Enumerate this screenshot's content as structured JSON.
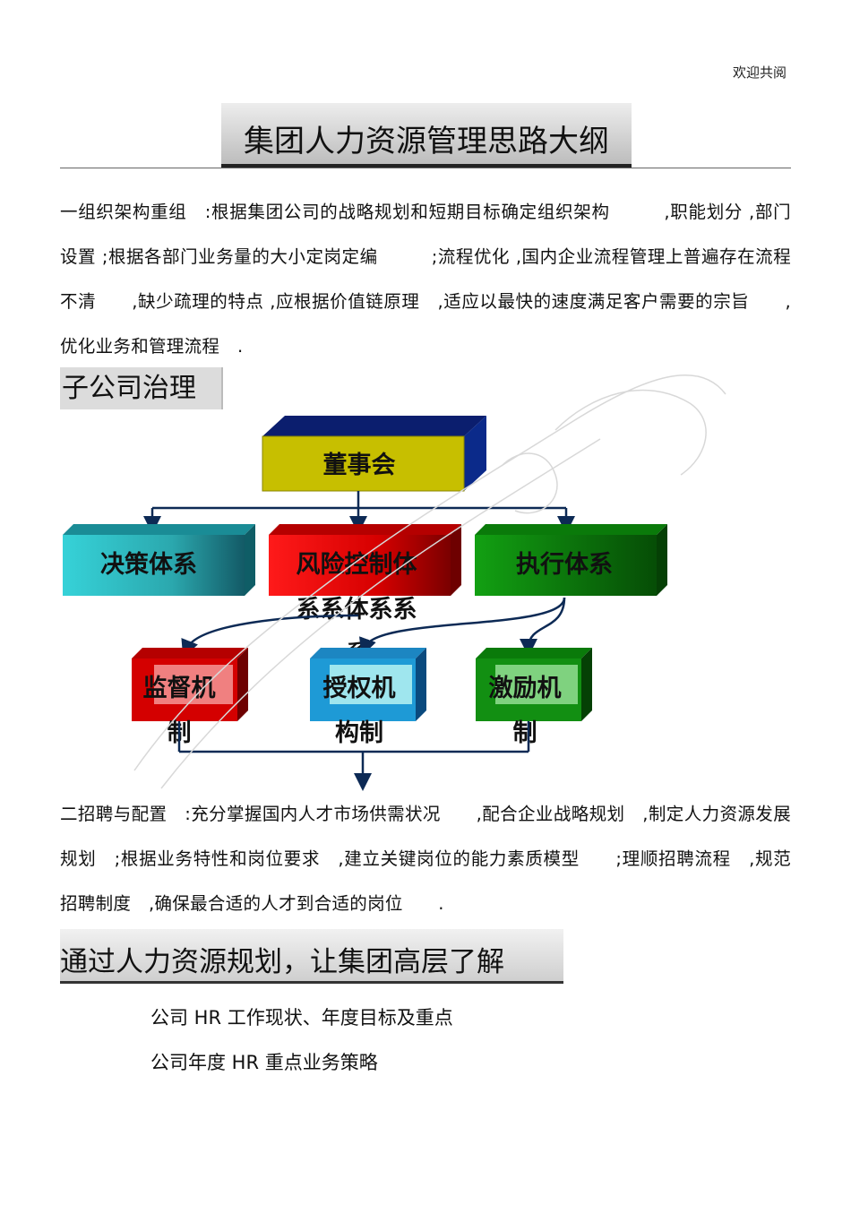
{
  "header": {
    "note": "欢迎共阅"
  },
  "title": "集团人力资源管理思路大纲",
  "section1": {
    "paragraph": "一组织架构重组　:根据集团公司的战略规划和短期目标确定组织架构　　　,职能划分 ,部门设置 ;根据各部门业务量的大小定岗定编　　　;流程优化 ,国内企业流程管理上普遍存在流程不清　　,缺少疏理的特点 ,应根据价值链原理　,适应以最快的速度满足客户需要的宗旨　　,优化业务和管理流程　."
  },
  "subsection": {
    "heading": "子公司治理"
  },
  "diagram": {
    "board": "董事会",
    "decision": "决策体系",
    "risk": "风险控制体",
    "risk_overflow": "系系体系系",
    "risk_overflow2": "系",
    "execution": "执行体系",
    "supervision": "监督机",
    "supervision_2": "制",
    "authorization": "授权机",
    "authorization_2": "构制",
    "incentive": "激励机",
    "incentive_2": "制"
  },
  "section2": {
    "paragraph": "二招聘与配置　:充分掌握国内人才市场供需状况　　,配合企业战略规划　,制定人力资源发展规划　;根据业务特性和岗位要求　,建立关键岗位的能力素质模型　　;理顺招聘流程　,规范招聘制度　,确保最合适的人才到合适的岗位　　."
  },
  "planning": {
    "heading": "通过人力资源规划，让集团高层了解",
    "items": [
      "公司 HR 工作现状、年度目标及重点",
      "公司年度 HR 重点业务策略"
    ]
  }
}
